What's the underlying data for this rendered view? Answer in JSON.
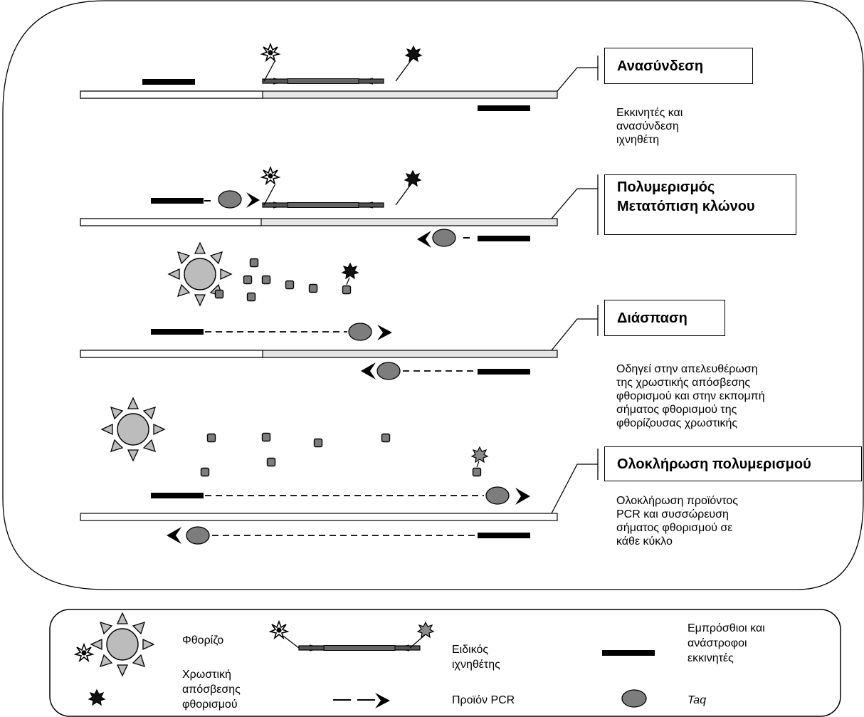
{
  "steps": [
    {
      "title": "Ανασύνδεση",
      "description": [
        "Εκκινητές και",
        "ανασύνδεση",
        "ιχνηθέτη"
      ]
    },
    {
      "title_lines": [
        "Πολυμερισμός",
        "Μετατόπιση κλώνου"
      ]
    },
    {
      "title": "Διάσπαση",
      "description": [
        "Οδηγεί στην απελευθέρωση",
        "της χρωστικής απόσβεσης",
        "φθορισμού και στην εκπομπή",
        "σήματος φθορισμού της",
        "φθορίζουσας χρωστικής"
      ]
    },
    {
      "title": "Ολοκλήρωση πολυμερισμού",
      "description": [
        "Ολοκλήρωση προϊόντος",
        "PCR και συσσώρευση",
        "σήματος φθορισμού σε",
        "κάθε κύκλο"
      ]
    }
  ],
  "legend": {
    "fluorophore": "Φθορίζο",
    "quencher": [
      "Χρωστική",
      "απόσβεσης",
      "φθορισμού"
    ],
    "probe": [
      "Ειδικός",
      "ιχνηθέτης"
    ],
    "pcr_product": "Προϊόν PCR",
    "primers": [
      "Εμπρόσθιοι και",
      "ανάστροφοι",
      "εκκινητές"
    ],
    "taq": "Taq"
  },
  "colors": {
    "fluorophore_fill": "#bcbcbc",
    "star_ray_fill": "#bdbdbd",
    "taq_fill": "#7d7d7d",
    "strand_light": "#e6e6e6",
    "strand_white": "#ffffff",
    "quencher": "#111111"
  }
}
